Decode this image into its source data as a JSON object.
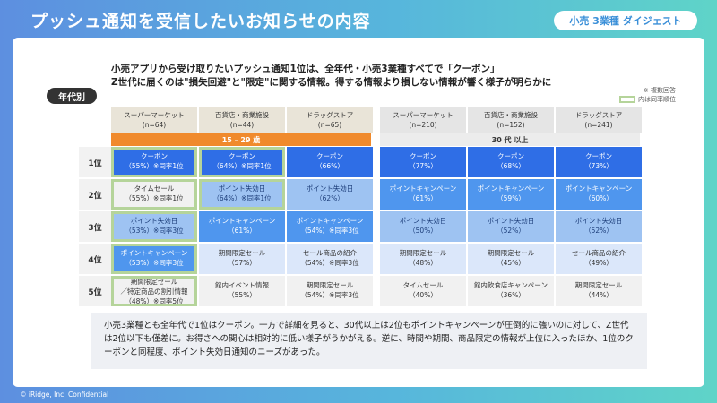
{
  "title": "プッシュ通知を受信したいお知らせの内容",
  "badge": "小売 3業種 ダイジェスト",
  "lead": [
    "小売アプリから受け取りたいプッシュ通知1位は、全年代・小売3業種すべてで「クーポン」",
    "Z世代に届くのは\"損失回避\"と\"限定\"に関する情報。得する情報より損しない情報が響く様子が明らかに"
  ],
  "age_label": "年代別",
  "legend": {
    "note1": "※ 複数回答",
    "note2": "内は同率順位"
  },
  "columns": [
    {
      "name": "スーパーマーケット",
      "n": "(n=64)"
    },
    {
      "name": "百貨店・商業施設",
      "n": "(n=44)"
    },
    {
      "name": "ドラッグストア",
      "n": "(n=65)"
    },
    {
      "name": "スーパーマーケット",
      "n": "(n=210)"
    },
    {
      "name": "百貨店・商業施設",
      "n": "(n=152)"
    },
    {
      "name": "ドラッグストア",
      "n": "(n=241)"
    }
  ],
  "age_bands": {
    "young": "15 – 29 歳",
    "thirties": "30 代 以上"
  },
  "ranks": [
    "1位",
    "2位",
    "3位",
    "4位",
    "5位"
  ],
  "rows": [
    [
      {
        "item": "クーポン",
        "value": "（55%）※同率1位",
        "tone": "dark",
        "hl": true
      },
      {
        "item": "クーポン",
        "value": "（64%）※同率1位",
        "tone": "dark",
        "hl": true
      },
      {
        "item": "クーポン",
        "value": "（66%）",
        "tone": "dark",
        "hl": false
      },
      {
        "item": "クーポン",
        "value": "（77%）",
        "tone": "dark",
        "hl": false
      },
      {
        "item": "クーポン",
        "value": "（68%）",
        "tone": "dark",
        "hl": false
      },
      {
        "item": "クーポン",
        "value": "（73%）",
        "tone": "dark",
        "hl": false
      }
    ],
    [
      {
        "item": "タイムセール",
        "value": "（55%）※同率1位",
        "tone": "none",
        "hl": true
      },
      {
        "item": "ポイント失効日",
        "value": "（64%）※同率1位",
        "tone": "light",
        "hl": true
      },
      {
        "item": "ポイント失効日",
        "value": "（62%）",
        "tone": "light",
        "hl": false
      },
      {
        "item": "ポイントキャンペーン",
        "value": "（61%）",
        "tone": "mid",
        "hl": false
      },
      {
        "item": "ポイントキャンペーン",
        "value": "（59%）",
        "tone": "mid",
        "hl": false
      },
      {
        "item": "ポイントキャンペーン",
        "value": "（60%）",
        "tone": "mid",
        "hl": false
      }
    ],
    [
      {
        "item": "ポイント失効日",
        "value": "（53%）※同率3位",
        "tone": "light",
        "hl": true
      },
      {
        "item": "ポイントキャンペーン",
        "value": "（61%）",
        "tone": "mid",
        "hl": false
      },
      {
        "item": "ポイントキャンペーン",
        "value": "（54%）※同率3位",
        "tone": "mid",
        "hl": false
      },
      {
        "item": "ポイント失効日",
        "value": "（50%）",
        "tone": "light",
        "hl": false
      },
      {
        "item": "ポイント失効日",
        "value": "（52%）",
        "tone": "light",
        "hl": false
      },
      {
        "item": "ポイント失効日",
        "value": "（52%）",
        "tone": "light",
        "hl": false
      }
    ],
    [
      {
        "item": "ポイントキャンペーン",
        "value": "（53%）※同率3位",
        "tone": "mid",
        "hl": true
      },
      {
        "item": "期間限定セール",
        "value": "（57%）",
        "tone": "pale",
        "hl": false
      },
      {
        "item": "セール商品の紹介",
        "value": "（54%）※同率3位",
        "tone": "pale",
        "hl": false
      },
      {
        "item": "期間限定セール",
        "value": "（48%）",
        "tone": "pale",
        "hl": false
      },
      {
        "item": "期間限定セール",
        "value": "（45%）",
        "tone": "pale",
        "hl": false
      },
      {
        "item": "セール商品の紹介",
        "value": "（49%）",
        "tone": "pale",
        "hl": false
      }
    ],
    [
      {
        "item": "期間限定セール\n／特定商品の割引情報",
        "value": "（48%）※同率5位",
        "tone": "none",
        "hl": true
      },
      {
        "item": "館内イベント情報",
        "value": "（55%）",
        "tone": "none",
        "hl": false
      },
      {
        "item": "期間限定セール",
        "value": "（54%）※同率3位",
        "tone": "none",
        "hl": false
      },
      {
        "item": "タイムセール",
        "value": "（40%）",
        "tone": "none",
        "hl": false
      },
      {
        "item": "館内飲食店キャンペーン",
        "value": "（36%）",
        "tone": "none",
        "hl": false
      },
      {
        "item": "期間限定セール",
        "value": "（44%）",
        "tone": "none",
        "hl": false
      }
    ]
  ],
  "summary": "小売3業種とも全年代で1位はクーポン。一方で詳細を見ると、30代以上は2位もポイントキャンペーンが圧倒的に強いのに対して、Z世代は2位以下も僅差に。お得さへの関心は相対的に低い様子がうかがえる。逆に、時間や期間、商品限定の情報が上位に入ったほか、1位のクーポンと同程度、ポイント失効日通知のニーズがあった。",
  "copyright": "© iRidge, Inc. Confidential"
}
